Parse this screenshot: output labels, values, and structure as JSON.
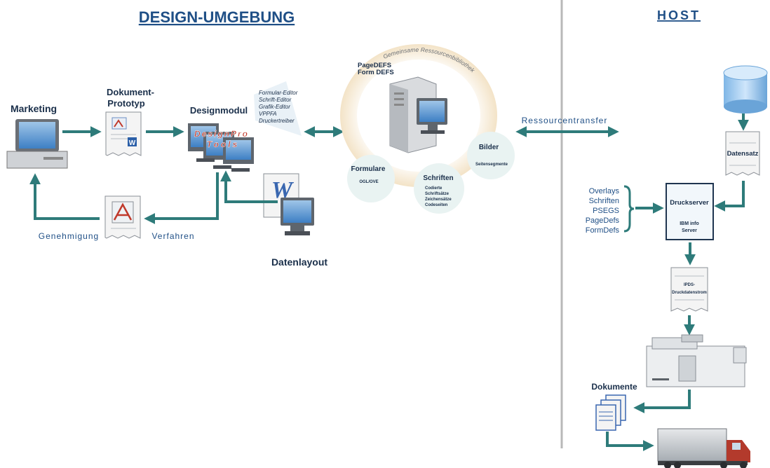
{
  "headings": {
    "design": "DESIGN-UMGEBUNG",
    "host": "HOST"
  },
  "nodes": {
    "marketing": "Marketing",
    "prototype_line1": "Dokument-",
    "prototype_line2": "Prototyp",
    "designmodul": "Designmodul",
    "designpro_line1": "DesignPro",
    "designpro_line2": "Tools",
    "datenlayout": "Datenlayout",
    "genehmigung": "Genehmigung",
    "verfahren": "Verfahren",
    "ressourcentransfer": "Ressourcentransfer",
    "datensatz": "Datensatz",
    "dokumente": "Dokumente"
  },
  "editors": [
    "Formular-Editor",
    "Schrift-Editor",
    "Grafik-Editor",
    "VPPFA",
    "Druckertreiber"
  ],
  "library": {
    "arc_label": "Gemeinsame Ressourcenbibliothek",
    "server_line1": "PageDEFS",
    "server_line2": "Form DEFS",
    "formulare_title": "Formulare",
    "formulare_sub": "OGL/OVE",
    "schriften_title": "Schriften",
    "schriften_items": [
      "Codierte",
      "Schriftsätze",
      "Zeichensätze",
      "Codeseiten"
    ],
    "bilder_title": "Bilder",
    "bilder_sub": "Seitensegmente"
  },
  "printserver": {
    "inputs": [
      "Overlays",
      "Schriften",
      "PSEGS",
      "PageDefs",
      "FormDefs"
    ],
    "title": "Druckserver",
    "sub_line1": "IBM info",
    "sub_line2": "Server",
    "stream_line1": "IPDS-",
    "stream_line2": "Druckdatenstrom"
  },
  "colors": {
    "arrow": "#2e7b7a",
    "heading": "#1f4f86",
    "label": "#1a2f4a",
    "divider": "#b8b8b8"
  }
}
